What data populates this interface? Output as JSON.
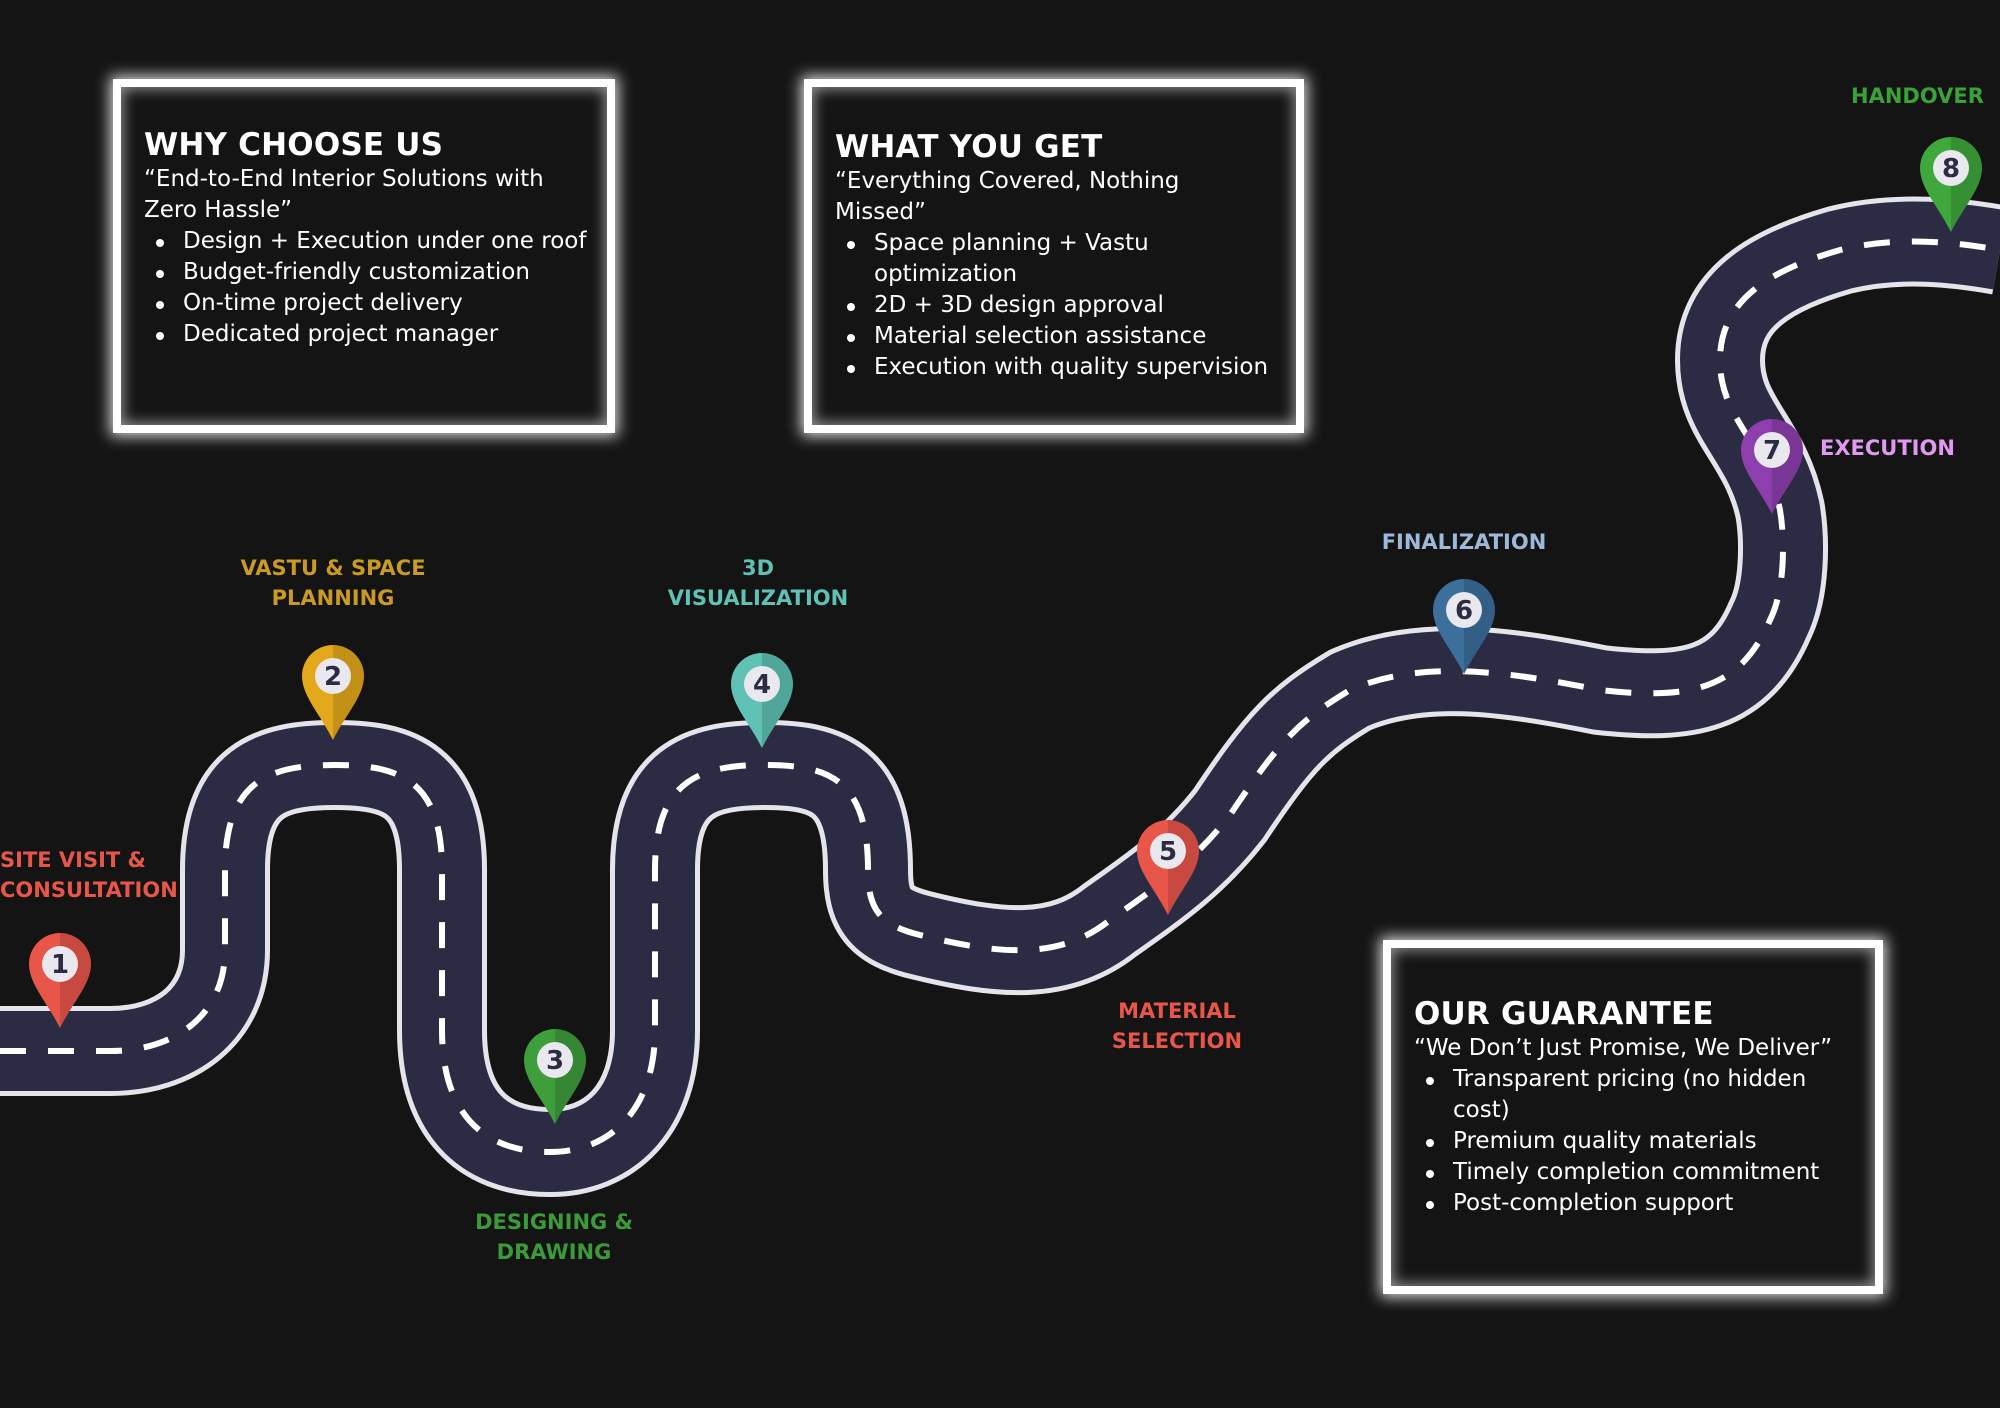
{
  "boxes": {
    "why": {
      "title": "WHY CHOOSE US",
      "subtitle": "“End-to-End Interior Solutions with Zero Hassle”",
      "items": [
        "Design + Execution under one roof",
        "Budget-friendly customization",
        "On-time project delivery",
        "Dedicated project manager"
      ]
    },
    "get": {
      "title": "WHAT YOU GET",
      "subtitle": "“Everything Covered, Nothing Missed”",
      "items": [
        "Space planning + Vastu optimization",
        "2D + 3D design approval",
        "Material selection assistance",
        "Execution with quality supervision"
      ]
    },
    "guarantee": {
      "title": "OUR GUARANTEE",
      "subtitle": "“We Don’t Just Promise, We Deliver”",
      "items": [
        "Transparent pricing (no hidden cost)",
        "Premium quality materials",
        "Timely completion commitment",
        "Post-completion support"
      ]
    }
  },
  "stops": [
    {
      "number": "1",
      "label_line1": "SITE VISIT &",
      "label_line2": "CONSULTATION",
      "color": "#e8564a"
    },
    {
      "number": "2",
      "label_line1": "VASTU & SPACE",
      "label_line2": "PLANNING",
      "color": "#e3a81c"
    },
    {
      "number": "3",
      "label_line1": "DESIGNING &",
      "label_line2": "DRAWING",
      "color": "#3f9e3c"
    },
    {
      "number": "4",
      "label_line1": "3D",
      "label_line2": "VISUALIZATION",
      "color": "#5fc2b4"
    },
    {
      "number": "5",
      "label_line1": "MATERIAL",
      "label_line2": "SELECTION",
      "color": "#e8564a"
    },
    {
      "number": "6",
      "label_line1": "FINALIZATION",
      "label_line2": "",
      "color": "#3c6f9c"
    },
    {
      "number": "7",
      "label_line1": "EXECUTION",
      "label_line2": "",
      "color": "#8e3fae"
    },
    {
      "number": "8",
      "label_line1": "HANDOVER",
      "label_line2": "",
      "color": "#3fa83c"
    }
  ],
  "label_colors": {
    "stop1": "#e8564a",
    "stop2": "#c99a24",
    "stop3": "#3c9a38",
    "stop4": "#5fc2b4",
    "stop5": "#e8564a",
    "stop6": "#9cb9d9",
    "stop7": "#e199f2",
    "stop8": "#3aa238"
  },
  "road_colors": {
    "asphalt": "#2c2b44",
    "edge": "#e4e4ea",
    "dash": "#ffffff"
  }
}
